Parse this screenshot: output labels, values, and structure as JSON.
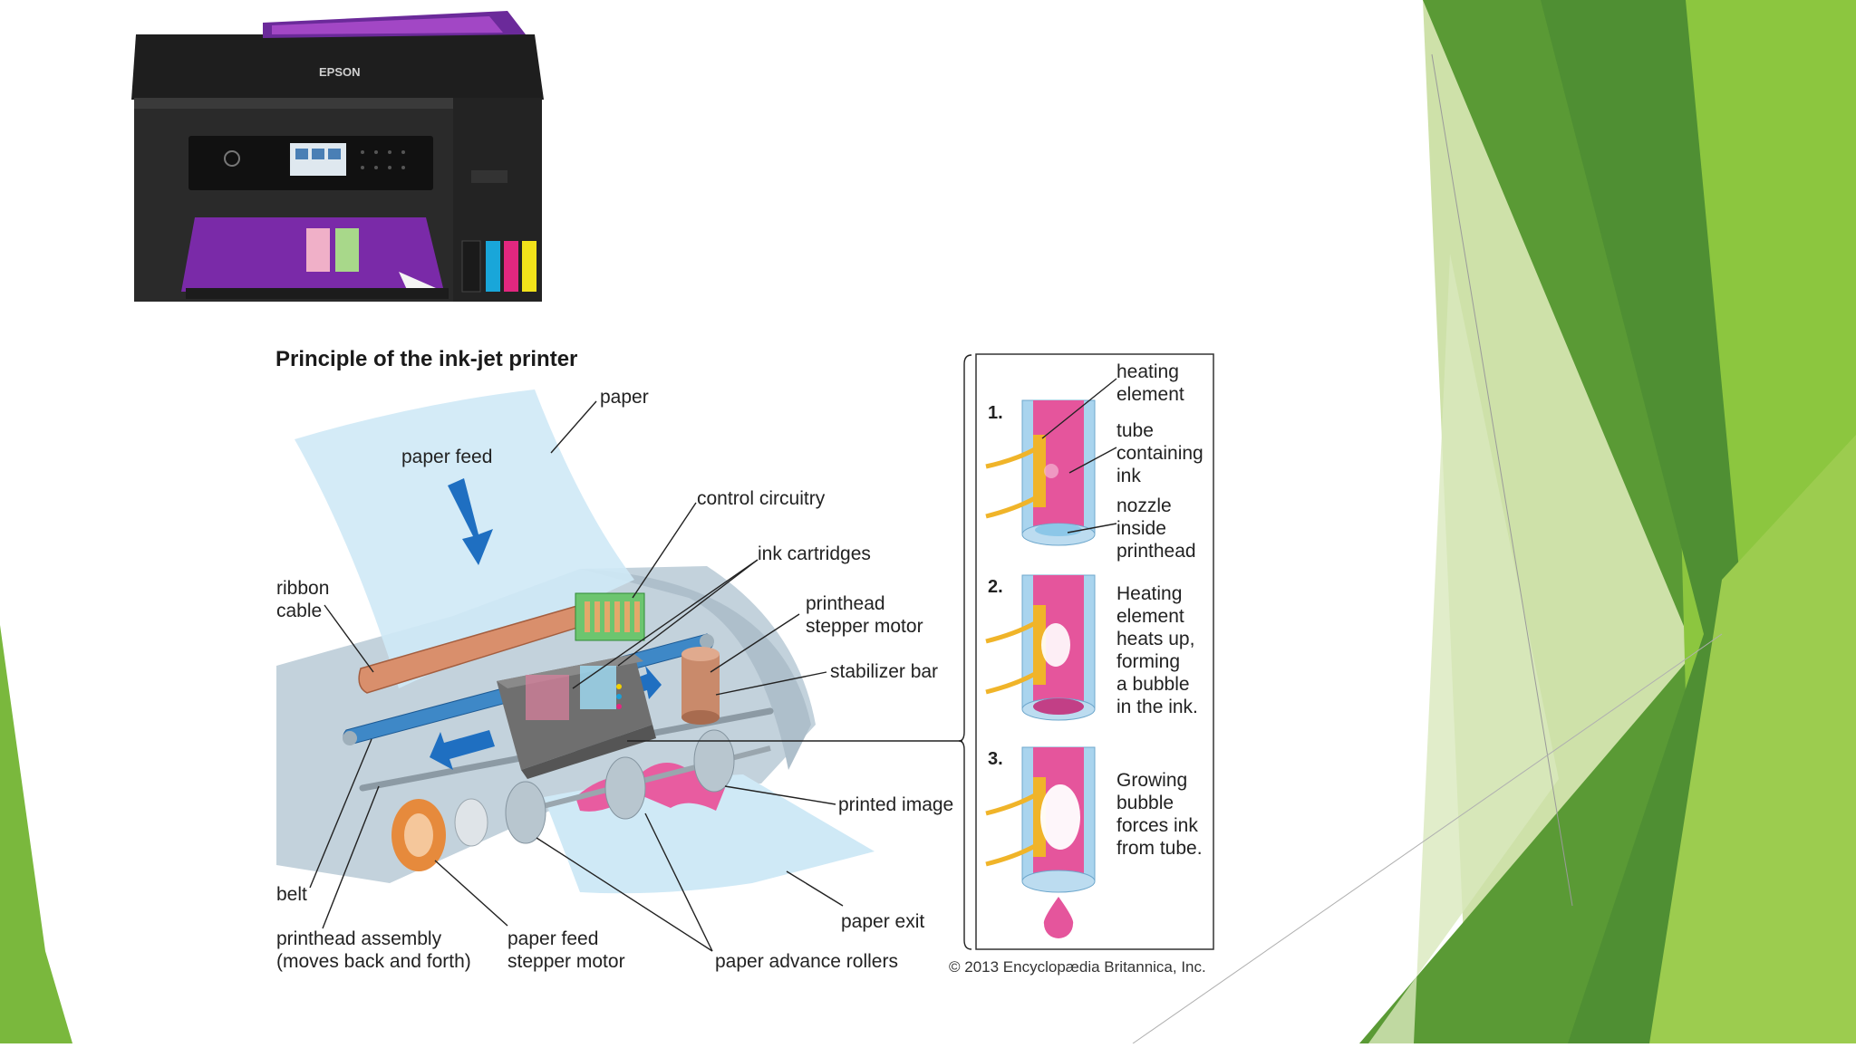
{
  "printer_photo": {
    "brand": "EPSON"
  },
  "diagram": {
    "title": "Principle of the ink-jet printer",
    "labels": {
      "paper": "paper",
      "paper_feed": "paper feed",
      "control_circuitry": "control circuitry",
      "ink_cartridges": "ink cartridges",
      "ribbon_cable_1": "ribbon",
      "ribbon_cable_2": "cable",
      "printhead_stepper_motor_1": "printhead",
      "printhead_stepper_motor_2": "stepper motor",
      "stabilizer_bar": "stabilizer bar",
      "printed_image": "printed image",
      "paper_exit": "paper exit",
      "belt": "belt",
      "printhead_assembly_1": "printhead assembly",
      "printhead_assembly_2": "(moves back and forth)",
      "paper_feed_stepper_motor_1": "paper feed",
      "paper_feed_stepper_motor_2": "stepper motor",
      "paper_advance_rollers": "paper advance rollers"
    },
    "steps": [
      {
        "number": "1.",
        "labels": [
          "heating",
          "element",
          "tube",
          "containing",
          "ink",
          "nozzle",
          "inside",
          "printhead"
        ]
      },
      {
        "number": "2.",
        "lines": [
          "Heating",
          "element",
          "heats up,",
          "forming",
          "a bubble",
          "in the ink."
        ]
      },
      {
        "number": "3.",
        "lines": [
          "Growing",
          "bubble",
          "forces ink",
          "from tube."
        ]
      }
    ],
    "credit": "© 2013 Encyclopædia Britannica, Inc."
  },
  "colors": {
    "green_dark": "#4f8f33",
    "green_mid": "#6aad3a",
    "green_light": "#8cc63f",
    "green_pale": "#c5dc9a",
    "ink_magenta": "#e5559c",
    "tube_blue": "#a9d4ee",
    "heater_yellow": "#f0b429"
  }
}
